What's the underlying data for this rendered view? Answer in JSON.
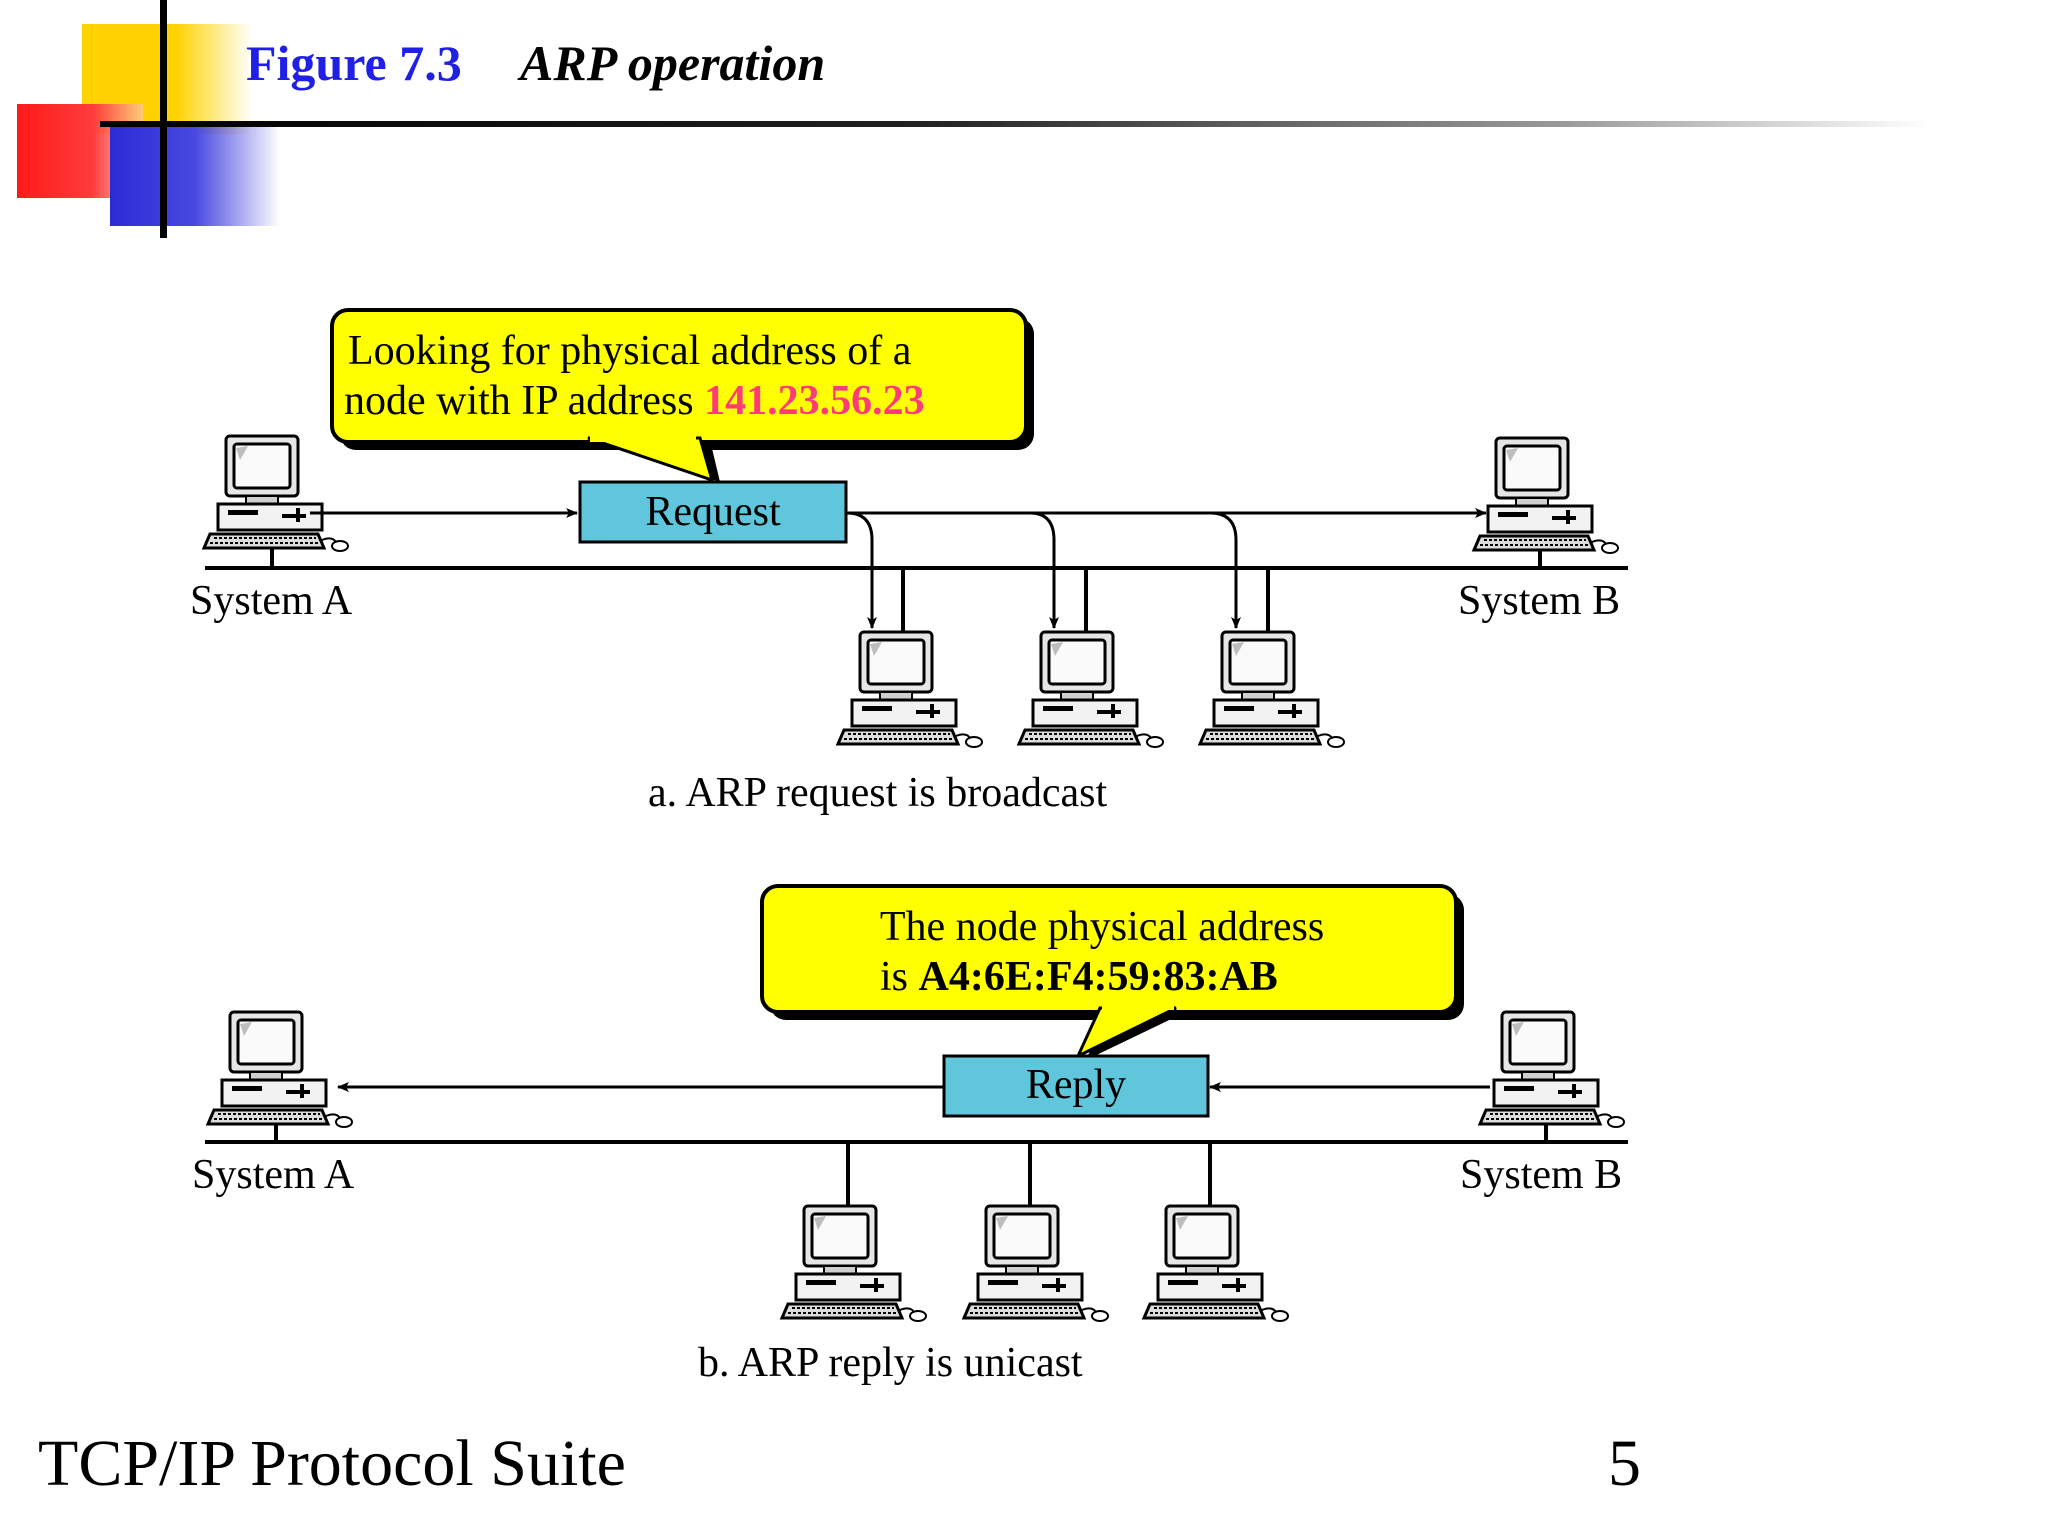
{
  "header": {
    "figure_number": "Figure 7.3",
    "figure_title": "ARP operation"
  },
  "panel_a": {
    "callout_line1": "Looking for physical address of a",
    "callout_line2_prefix": "node with IP address ",
    "ip_address": "141.23.56.23",
    "message_label": "Request",
    "left_system": "System A",
    "right_system": "System B",
    "caption": "a. ARP request is broadcast"
  },
  "panel_b": {
    "callout_line1": "The node physical address",
    "callout_line2_prefix": "is ",
    "mac_address": "A4:6E:F4:59:83:AB",
    "message_label": "Reply",
    "left_system": "System A",
    "right_system": "System B",
    "caption": "b. ARP reply is unicast"
  },
  "footer": {
    "left": "TCP/IP Protocol Suite",
    "page_number": "5"
  },
  "colors": {
    "callout_fill": "#ffff00",
    "message_box_fill": "#5fc6dc",
    "ip_highlight": "#ff3b7a",
    "title_blue": "#1f1fe6"
  }
}
